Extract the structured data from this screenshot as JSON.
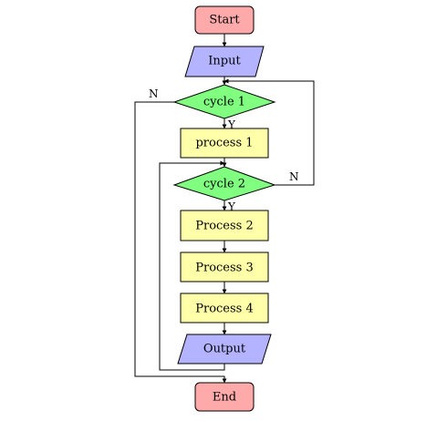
{
  "colors": {
    "terminal": "#ffaaaa",
    "io": "#b3b3ff",
    "decision": "#80ff80",
    "process": "#ffffaa",
    "line": "#000000"
  },
  "nodes": {
    "start": "Start",
    "input": "Input",
    "cycle1": "cycle 1",
    "process1": "process 1",
    "cycle2": "cycle 2",
    "process2": "Process 2",
    "process3": "Process 3",
    "process4": "Process 4",
    "output": "Output",
    "end": "End"
  },
  "edge_labels": {
    "cycle1_yes": "Y",
    "cycle1_no": "N",
    "cycle2_yes": "Y",
    "cycle2_no": "N"
  }
}
